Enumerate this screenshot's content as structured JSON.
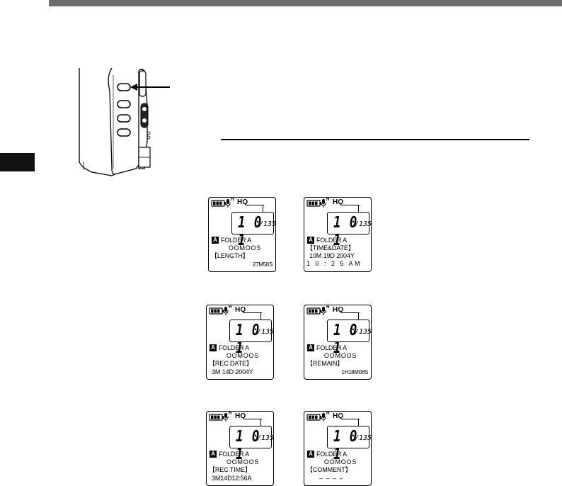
{
  "displays": [
    {
      "battery_icon": "battery-icon",
      "mic_icon": "microphone-icon",
      "mic_sensitivity": "H",
      "mode": "HQ",
      "file_number": "1 0 1",
      "total_files": "135",
      "folder_badge": "A",
      "folder": "FOLDER A",
      "file_name": "OOMOOS",
      "info_label": "【LENGTH】",
      "info_value": "27M58S",
      "info_extra": ""
    },
    {
      "battery_icon": "battery-icon",
      "mic_icon": "microphone-icon",
      "mic_sensitivity": "H",
      "mode": "HQ",
      "file_number": "1 0 1",
      "total_files": "135",
      "folder_badge": "A",
      "folder": "FOLDER A",
      "file_name": "",
      "info_label": "【TIME&DATE】",
      "info_value": "1 0 : 2 5 AM",
      "info_extra": "10M 19D 2004Y"
    },
    {
      "battery_icon": "battery-icon",
      "mic_icon": "microphone-icon",
      "mic_sensitivity": "H",
      "mode": "HQ",
      "file_number": "1 0 1",
      "total_files": "135",
      "folder_badge": "A",
      "folder": "FOLDER A",
      "file_name": "OOMOOS",
      "info_label": "【REC DATE】",
      "info_value": "3M 14D 2004Y",
      "info_extra": ""
    },
    {
      "battery_icon": "battery-icon",
      "mic_icon": "microphone-icon",
      "mic_sensitivity": "H",
      "mode": "HQ",
      "file_number": "1 0 1",
      "total_files": "135",
      "folder_badge": "A",
      "folder": "FOLDER A",
      "file_name": "OOMOOS",
      "info_label": "【REMAIN】",
      "info_value": "1H18M08S",
      "info_extra": ""
    },
    {
      "battery_icon": "battery-icon",
      "mic_icon": "microphone-icon",
      "mic_sensitivity": "H",
      "mode": "HQ",
      "file_number": "1 0 1",
      "total_files": "135",
      "folder_badge": "A",
      "folder": "FOLDER A",
      "file_name": "OOMOOS",
      "info_label": "【REC TIME】",
      "info_value": "3M14D12:56A",
      "info_extra": ""
    },
    {
      "battery_icon": "battery-icon",
      "mic_icon": "microphone-icon",
      "mic_sensitivity": "H",
      "mode": "HQ",
      "file_number": "1 0 1",
      "total_files": "135",
      "folder_badge": "A",
      "folder": "FOLDER A",
      "file_name": "OOMOOS",
      "info_label": "【COMMENT】",
      "info_value": "– – – –",
      "info_extra": ""
    }
  ],
  "device": {
    "illustration": "voice-recorder-side-illustration",
    "pointer": "arrow-icon"
  },
  "colors": {
    "top_bar": "#6d6d6d",
    "side_tab": "#111111"
  }
}
